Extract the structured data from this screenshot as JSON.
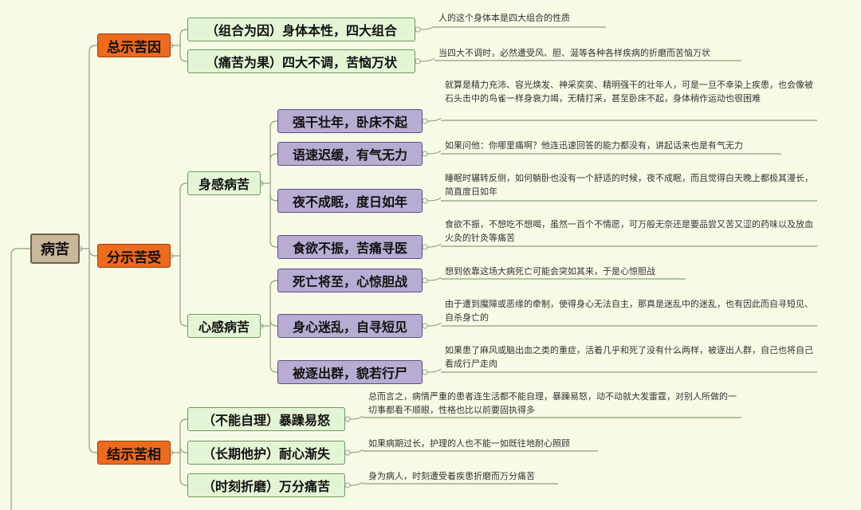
{
  "root": "病苦",
  "sections": [
    {
      "label": "总示苦因",
      "items": [
        {
          "label": "（组合为因）身体本性，四大组合",
          "note": "人的这个身体本是四大组合的性质"
        },
        {
          "label": "（痛苦为果）四大不调，苦恼万状",
          "note": "当四大不调时，必然遭受风、胆、涎等各种各样疾病的折磨而苦恼万状"
        }
      ]
    },
    {
      "label": "分示苦受",
      "groups": [
        {
          "label": "身感病苦",
          "items": [
            {
              "label": "强干壮年，卧床不起",
              "note": "就算是精力充沛、容光焕发、神采奕奕、精明强干的壮年人，可是一旦不幸染上疾患，也会像被石头击中的鸟雀一样身衰力竭，无精打采，甚至卧床不起，身体稍作运动也很困难"
            },
            {
              "label": "语速迟缓，有气无力",
              "note": "如果问他：你哪里痛啊？他连迅速回答的能力都没有，讲起话来也是有气无力"
            },
            {
              "label": "夜不成眠，度日如年",
              "note": "睡眠时辗转反侧，如何躺卧也没有一个舒适的时候，夜不成眠，而且觉得白天晚上都极其漫长，简直度日如年"
            },
            {
              "label": "食欲不振，苦痛寻医",
              "note": "食欲不振，不想吃不想喝，虽然一百个不情愿，可万般无奈还是要品尝又苦又涩的药味以及放血火灸的针灸等痛苦"
            }
          ]
        },
        {
          "label": "心感病苦",
          "items": [
            {
              "label": "死亡将至，心惊胆战",
              "note": "想到依靠这场大病死亡可能会突如其来，于是心惊胆战"
            },
            {
              "label": "身心迷乱，自寻短见",
              "note": "由于遭到魔障或恶缘的牵制，使得身心无法自主，那真是迷乱中的迷乱，也有因此而自寻短见、自杀身亡的"
            },
            {
              "label": "被逐出群，貌若行尸",
              "note": "如果患了麻风或脑出血之类的重症，活着几乎和死了没有什么两样，被逐出人群，自己也将自己看成行尸走肉"
            }
          ]
        }
      ]
    },
    {
      "label": "结示苦相",
      "items": [
        {
          "label": "（不能自理）暴躁易怒",
          "note": "总而言之，病情严重的患者连生活都不能自理，暴躁易怒，动不动就大发雷霆，对别人所做的一切事都看不顺眼，性格也比以前要固执得多"
        },
        {
          "label": "（长期他护）耐心渐失",
          "note": "如果病期过长，护理的人也不能一如既往地耐心照顾"
        },
        {
          "label": "（时刻折磨）万分痛苦",
          "note": "身为病人，时刻遭受着疾患折磨而万分痛苦"
        }
      ]
    }
  ],
  "colors": {
    "line": "#8aa07a",
    "root_fill": "#c9b89a",
    "level1_fill": "#ee6a1d",
    "level2_fill": "#e4f5d6",
    "level3_fill": "#b9acd3"
  }
}
